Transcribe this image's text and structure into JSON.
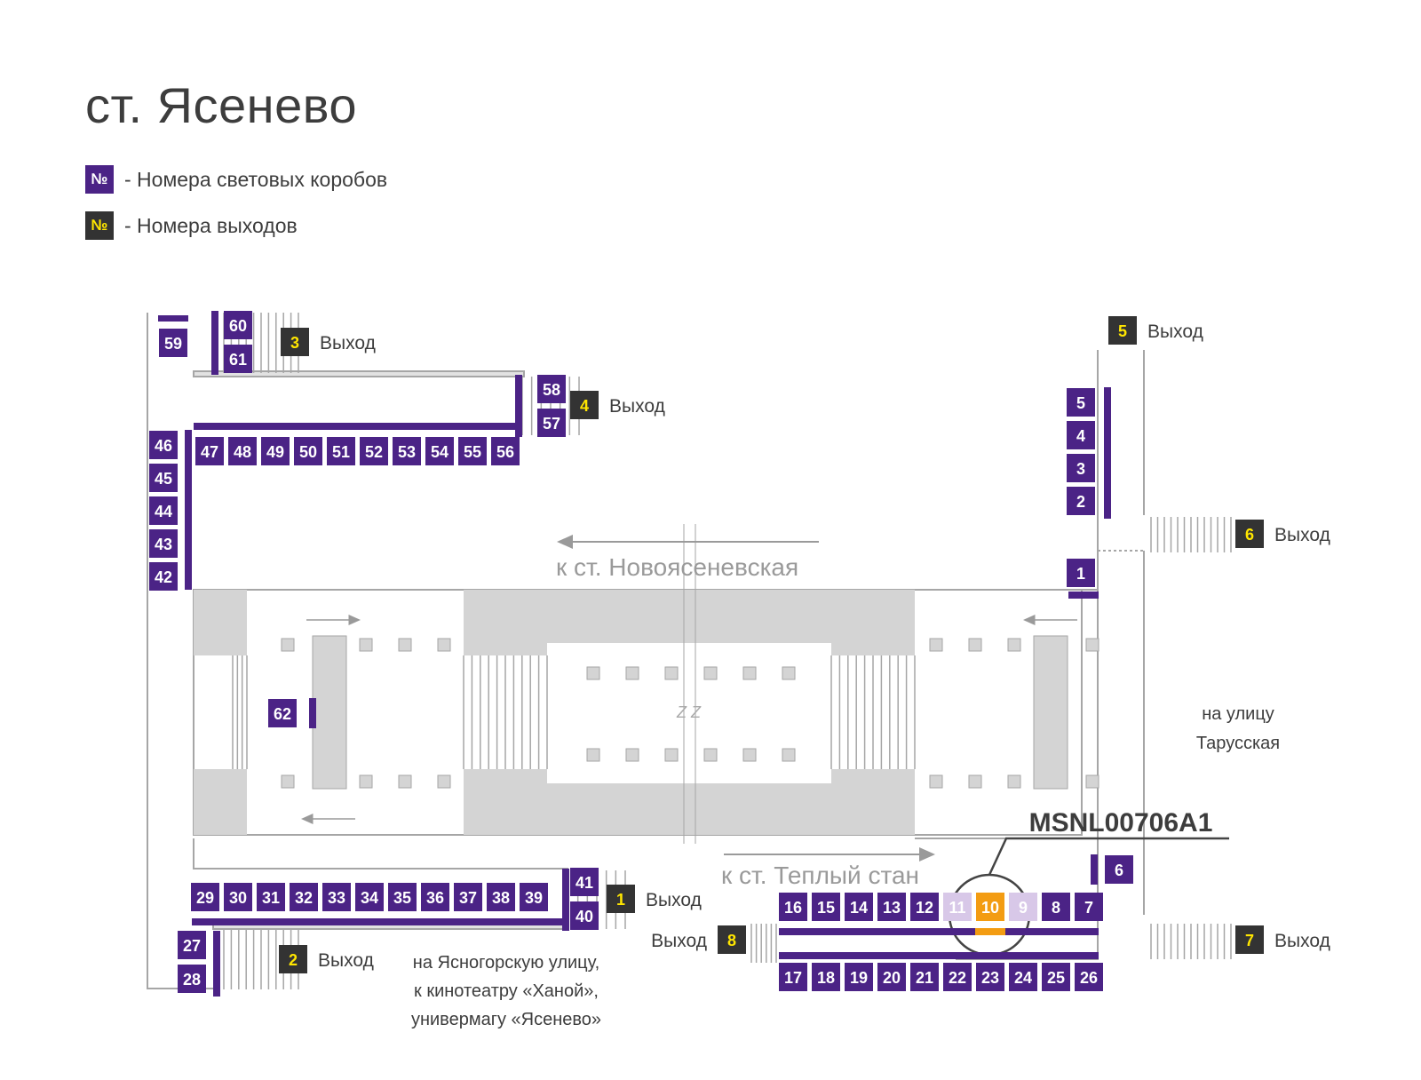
{
  "title": "ст. Ясенево",
  "legend": {
    "box_symbol": "№",
    "box_label": "- Номера световых коробов",
    "exit_symbol": "№",
    "exit_label": "- Номера выходов"
  },
  "colors": {
    "box": "#4b2386",
    "box_faded": "#d8c8e8",
    "box_highlight": "#f39c12",
    "exit_badge": "#333333",
    "exit_number": "#ffe600",
    "platform_gray": "#d4d4d4",
    "line_gray": "#9a9a9a"
  },
  "exit_word": "Выход",
  "exits": [
    "1",
    "2",
    "3",
    "4",
    "5",
    "6",
    "7",
    "8"
  ],
  "direction_top": "к ст. Новоясеневская",
  "direction_bottom": "к ст. Теплый стан",
  "street_east": [
    "на улицу",
    "Тарусская"
  ],
  "street_south": [
    "на Ясногорскую улицу,",
    "к кинотеатру «Ханой»,",
    "универмагу «Ясенево»"
  ],
  "selected_code": "MSNL00706A1",
  "selected_box": "10",
  "faded_boxes": [
    "9",
    "11"
  ],
  "box_numbers": [
    "1",
    "2",
    "3",
    "4",
    "5",
    "6",
    "7",
    "8",
    "9",
    "10",
    "11",
    "12",
    "13",
    "14",
    "15",
    "16",
    "17",
    "18",
    "19",
    "20",
    "21",
    "22",
    "23",
    "24",
    "25",
    "26",
    "27",
    "28",
    "29",
    "30",
    "31",
    "32",
    "33",
    "34",
    "35",
    "36",
    "37",
    "38",
    "39",
    "40",
    "41",
    "42",
    "43",
    "44",
    "45",
    "46",
    "47",
    "48",
    "49",
    "50",
    "51",
    "52",
    "53",
    "54",
    "55",
    "56",
    "57",
    "58",
    "59",
    "60",
    "61",
    "62"
  ]
}
